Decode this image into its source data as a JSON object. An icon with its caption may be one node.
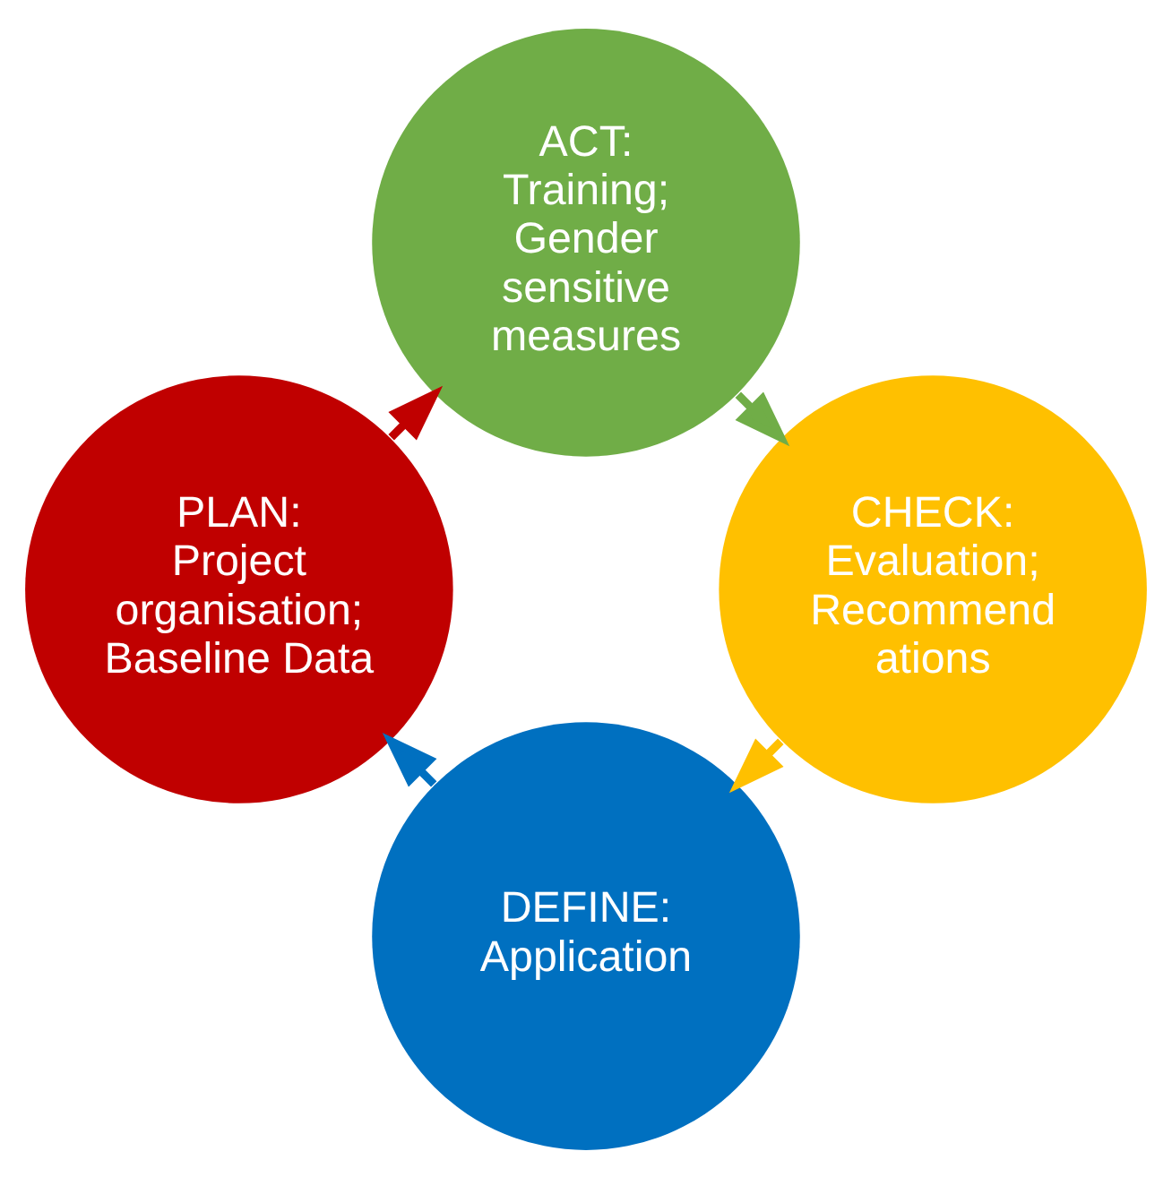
{
  "diagram": {
    "nodes": [
      {
        "text": [
          "DEFINE:",
          "Application"
        ]
      },
      {
        "text": [
          "PLAN:",
          "Project organisation;",
          "Baseline Data"
        ]
      },
      {
        "text": [
          "ACT:",
          "Training; Gender sensitive measures"
        ]
      },
      {
        "text": [
          "CHECK:",
          "Evaluation; Recommend ations"
        ]
      }
    ],
    "edges": [
      {
        "from": 0,
        "to": 1,
        "arrow": "to",
        "color": "#0070c0"
      },
      {
        "from": 1,
        "to": 2,
        "arrow": "to",
        "color": "#c00000"
      },
      {
        "from": 2,
        "to": 3,
        "arrow": "to",
        "color": "#70ad47"
      },
      {
        "from": 3,
        "to": 0,
        "arrow": "to",
        "color": "#ffc000"
      }
    ]
  }
}
